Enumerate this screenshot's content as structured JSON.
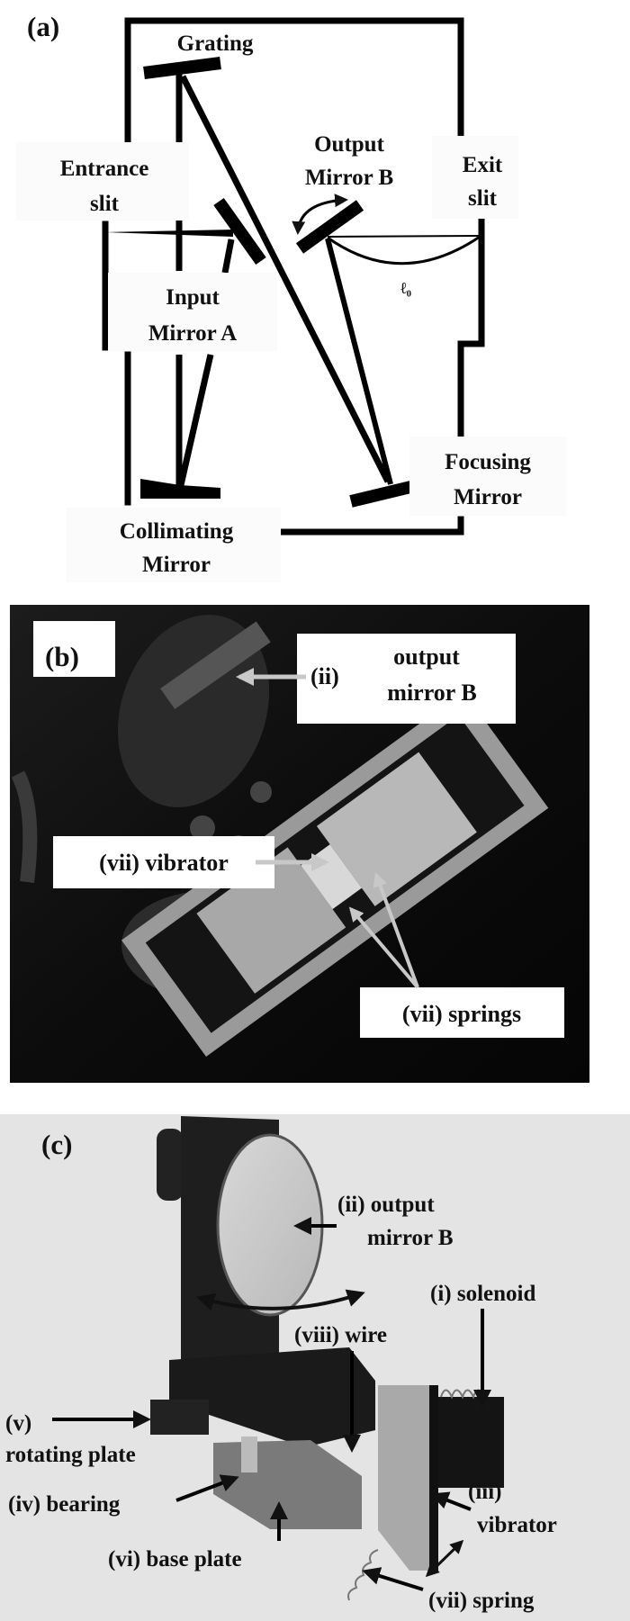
{
  "panel_a": {
    "label": "(a)",
    "grating": "Grating",
    "entrance_slit": [
      "Entrance",
      "slit"
    ],
    "output_mirror": [
      "Output",
      "Mirror B"
    ],
    "exit_slit": [
      "Exit",
      "slit"
    ],
    "input_mirror": [
      "Input",
      "Mirror A"
    ],
    "focusing_mirror": [
      "Focusing",
      "Mirror"
    ],
    "collimating_mirror": [
      "Collimating",
      "Mirror"
    ],
    "path_length": "ℓ₀"
  },
  "panel_b": {
    "label": "(b)",
    "output_mirror": [
      "(ii)",
      "output",
      "mirror B"
    ],
    "vibrator": "(vii) vibrator",
    "springs": "(vii) springs"
  },
  "panel_c": {
    "label": "(c)",
    "output_mirror": [
      "(ii) output",
      "mirror B"
    ],
    "solenoid": "(i) solenoid",
    "wire": "(viii) wire",
    "rotating_plate": [
      "(v)",
      "rotating plate"
    ],
    "bearing": "(iv) bearing",
    "base_plate": "(vi) base plate",
    "vibrator": [
      "(iii)",
      "vibrator"
    ],
    "spring": "(vii) spring"
  }
}
